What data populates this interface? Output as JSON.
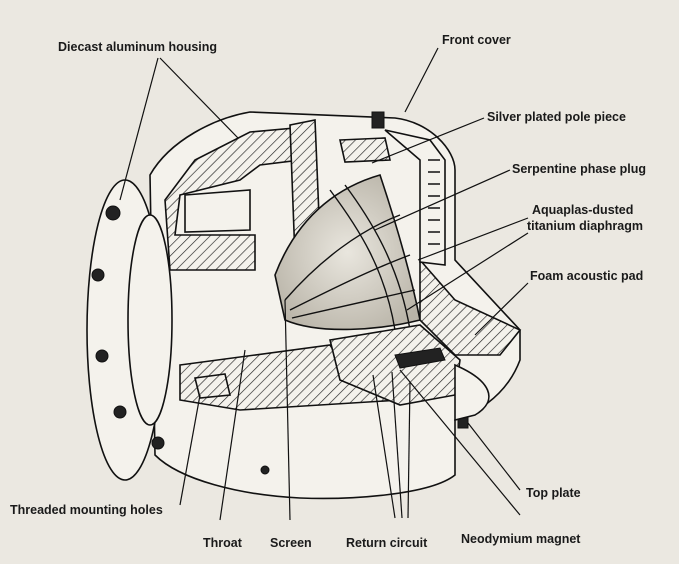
{
  "labels": {
    "housing": "Diecast aluminum housing",
    "front_cover": "Front cover",
    "pole_piece": "Silver plated pole piece",
    "phase_plug": "Serpentine phase plug",
    "diaphragm_line1": "Aquaplas-dusted",
    "diaphragm_line2": "titanium diaphragm",
    "foam_pad": "Foam acoustic pad",
    "top_plate": "Top plate",
    "mounting_holes": "Threaded mounting holes",
    "throat": "Throat",
    "screen": "Screen",
    "return_circuit": "Return circuit",
    "magnet": "Neodymium magnet"
  }
}
